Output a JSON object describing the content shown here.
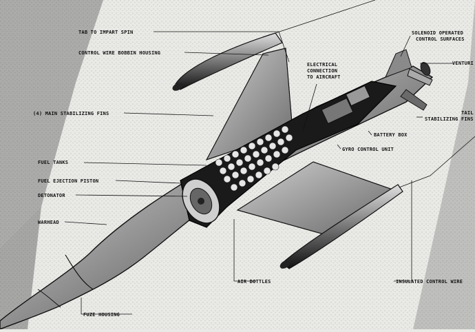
{
  "colors": {
    "paper": "#e9e9e6",
    "ink": "#111111",
    "shade_dark": "#2a2a2a",
    "shade_mid": "#5a5a5a",
    "shade_light": "#bdbdbd"
  },
  "labels": {
    "tab_to_impart_spin": "TAB TO IMPART SPIN",
    "control_wire_bobbin_housing": "CONTROL WIRE BOBBIN HOUSING",
    "main_stabilizing_fins": "(4) MAIN STABILIZING FINS",
    "fuel_tanks": "FUEL TANKS",
    "fuel_ejection_piston": "FUEL EJECTION PISTON",
    "detonator": "DETONATOR",
    "warhead": "WARHEAD",
    "fuze_housing": "FUZE HOUSING",
    "air_bottles": "AIR BOTTLES",
    "insulated_control_wire": "INSULATED CONTROL WIRE",
    "electrical_connection_line1": "ELECTRICAL",
    "electrical_connection_line2": "CONNECTION",
    "electrical_connection_line3": "TO AIRCRAFT",
    "solenoid_line1": "SOLENOID OPERATED",
    "solenoid_line2": "CONTROL SURFACES",
    "venturi": "VENTURI",
    "battery_box": "BATTERY BOX",
    "gyro_control_unit": "GYRO CONTROL UNIT",
    "tail_line1": "TAIL",
    "tail_line2": "STABILIZING FINS"
  }
}
